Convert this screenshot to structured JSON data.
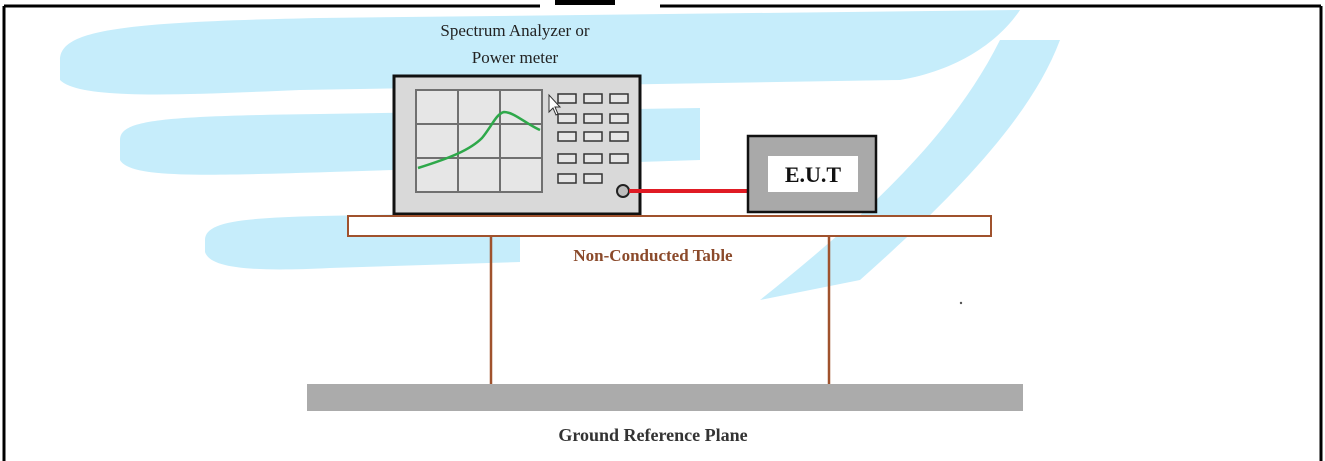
{
  "diagram": {
    "instrument_label_line1": "Spectrum Analyzer or",
    "instrument_label_line2": "Power meter",
    "eut_label": "E.U.T",
    "table_label": "Non-Conducted Table",
    "ground_label": "Ground Reference Plane"
  },
  "colors": {
    "watermark": "#c6edfb",
    "instrument_body": "#d9d9d9",
    "grid_line": "#707070",
    "trace": "#2ea84a",
    "cable": "#e01b24",
    "table": "#a0522d",
    "table_label_text": "#8b4a2b",
    "eut_body": "#a9a9a9",
    "ground_plane": "#ababab"
  },
  "icons": {
    "cursor": "mouse-pointer-icon"
  }
}
